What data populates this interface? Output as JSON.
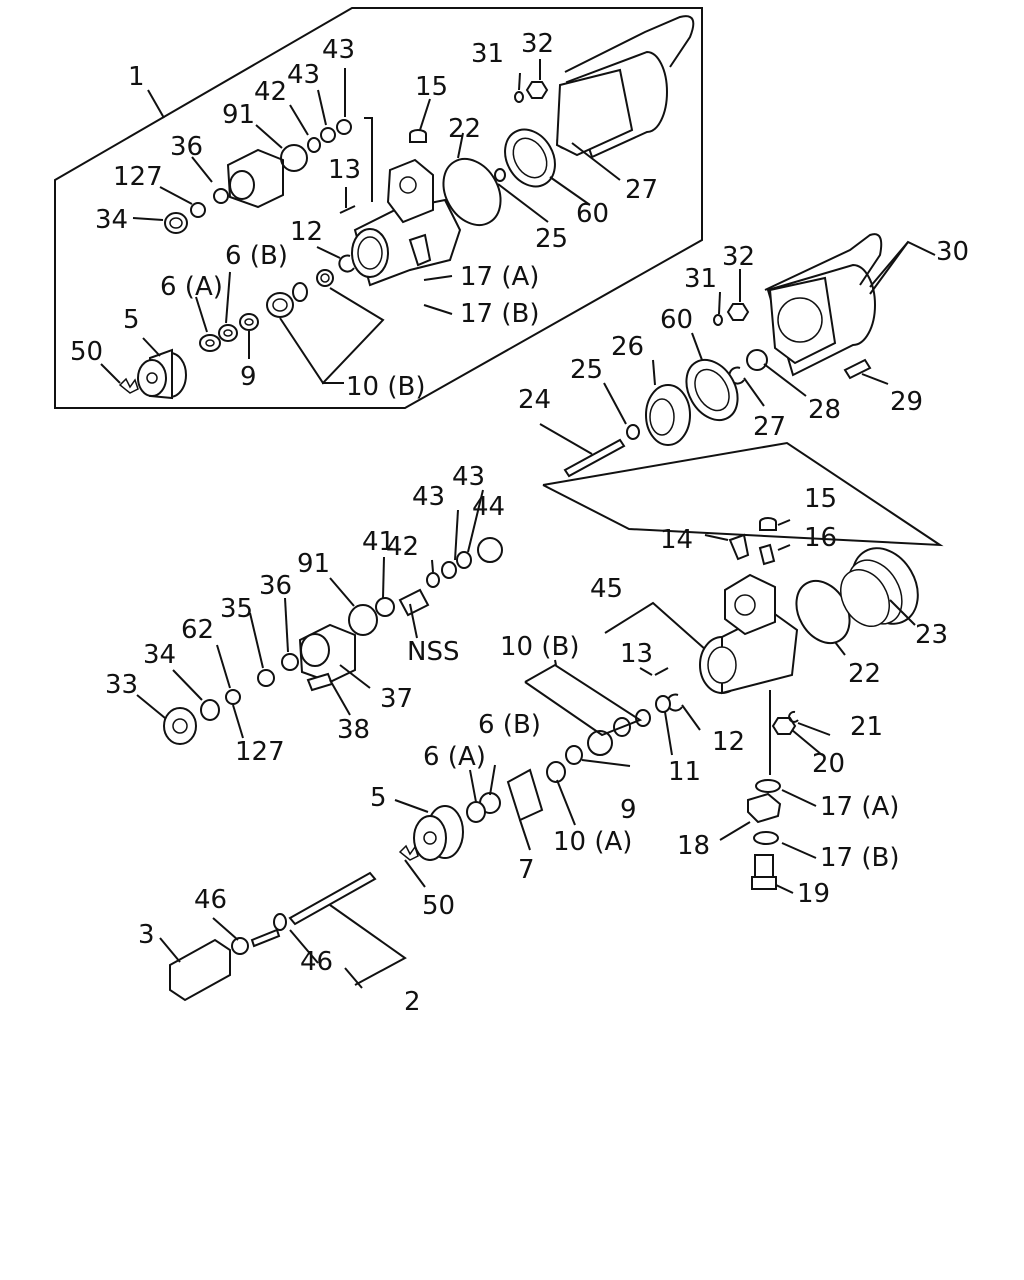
{
  "callouts": {
    "c1": "1",
    "c2": "2",
    "c3": "3",
    "c5_top": "5",
    "c5_bot": "5",
    "c6a_top": "6 (A)",
    "c6b_top": "6 (B)",
    "c6a_bot": "6 (A)",
    "c6b_bot": "6 (B)",
    "c7": "7",
    "c9_top": "9",
    "c9_bot": "9",
    "c10a": "10 (A)",
    "c10b_top": "10 (B)",
    "c10b_bot": "10 (B)",
    "c11": "11",
    "c12_top": "12",
    "c12_bot": "12",
    "c13_top": "13",
    "c13_bot": "13",
    "c14": "14",
    "c15_top": "15",
    "c15_bot": "15",
    "c16": "16",
    "c17a_top": "17 (A)",
    "c17b_top": "17 (B)",
    "c17a_bot": "17 (A)",
    "c17b_bot": "17 (B)",
    "c18": "18",
    "c19": "19",
    "c20": "20",
    "c21": "21",
    "c22_top": "22",
    "c22_bot": "22",
    "c23": "23",
    "c24": "24",
    "c25_top": "25",
    "c25_bot": "25",
    "c26": "26",
    "c27_top": "27",
    "c27_bot": "27",
    "c28": "28",
    "c29": "29",
    "c30": "30",
    "c31_top": "31",
    "c31_bot": "31",
    "c32_top": "32",
    "c32_bot": "32",
    "c33": "33",
    "c34_top": "34",
    "c34_bot": "34",
    "c35": "35",
    "c36_top": "36",
    "c36_bot": "36",
    "c37": "37",
    "c38": "38",
    "c41": "41",
    "c42_top": "42",
    "c42_bot": "42",
    "c43_top_a": "43",
    "c43_top_b": "43",
    "c43_bot_a": "43",
    "c43_bot_b": "43",
    "c44": "44",
    "c45": "45",
    "c46_a": "46",
    "c46_b": "46",
    "c50_top": "50",
    "c50_bot": "50",
    "c60_top": "60",
    "c60_bot": "60",
    "c62": "62",
    "c91_top": "91",
    "c91_bot": "91",
    "c127_top": "127",
    "c127_bot": "127",
    "nss": "NSS"
  }
}
